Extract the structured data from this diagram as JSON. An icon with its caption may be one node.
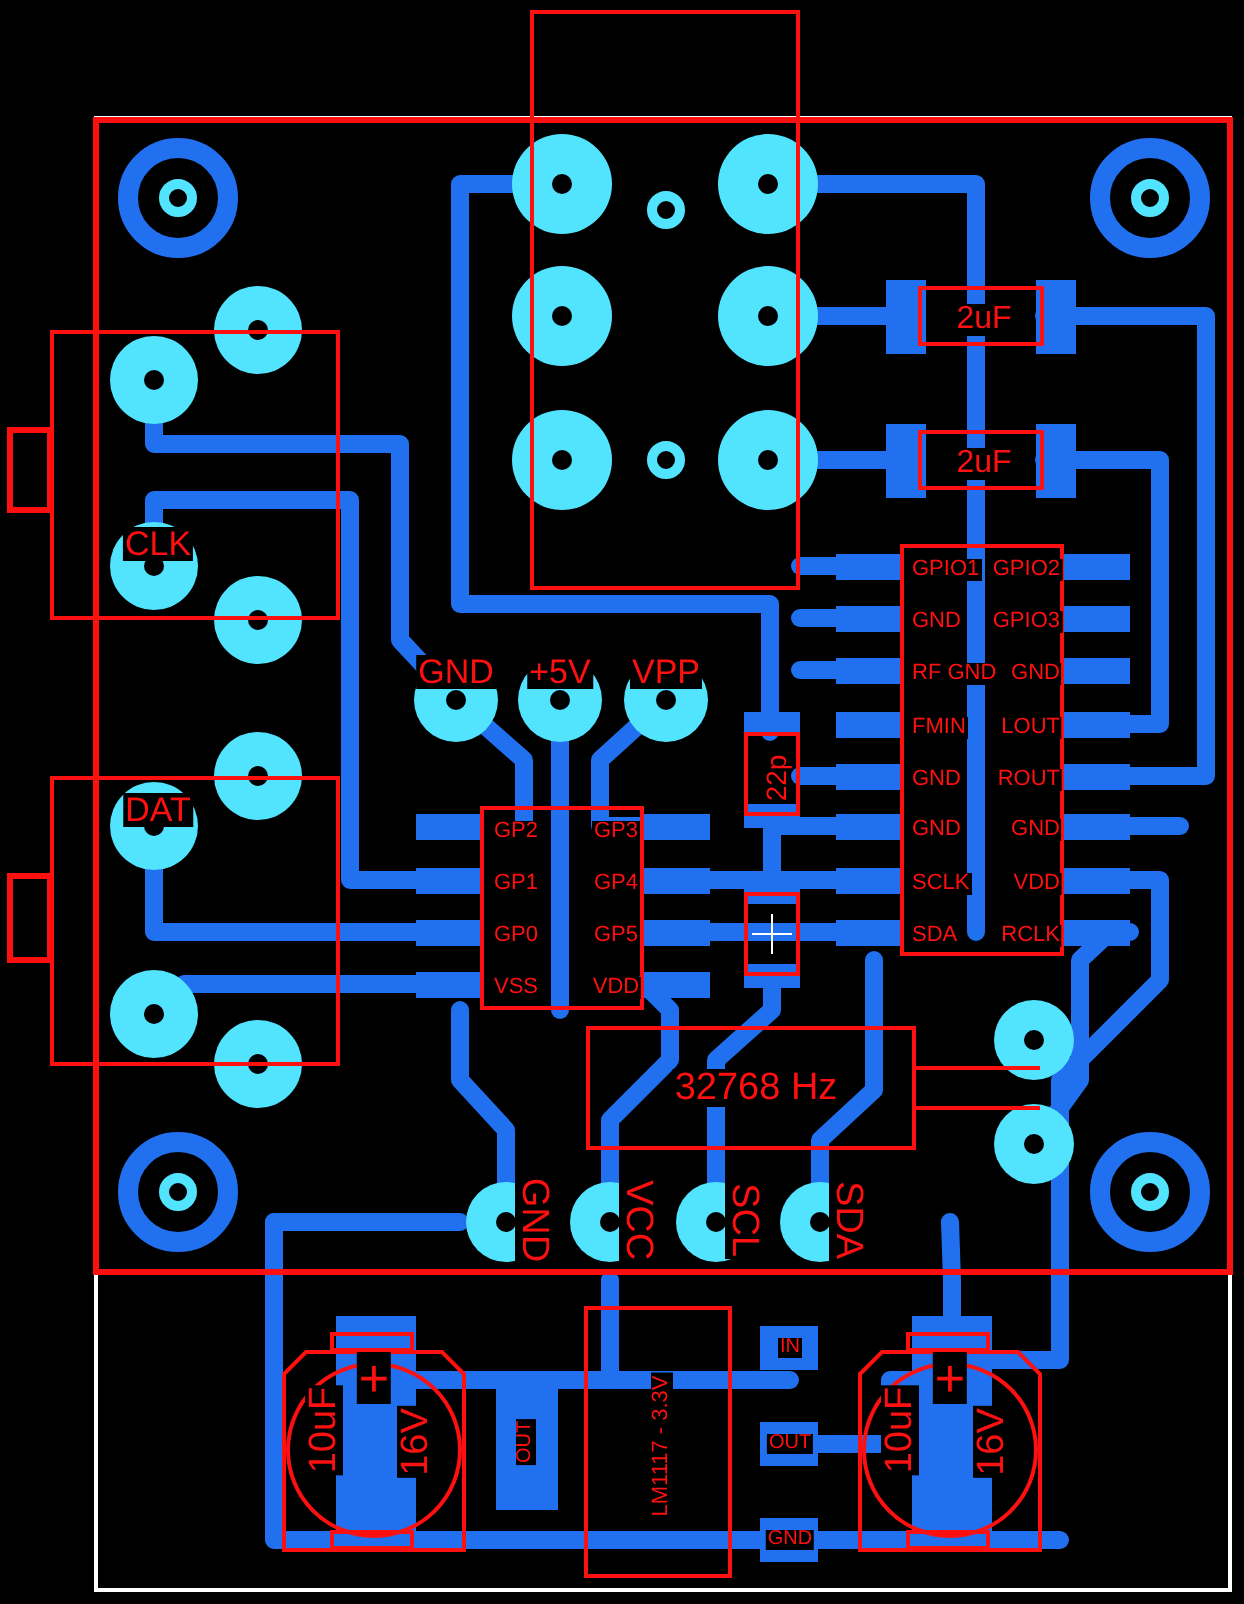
{
  "diagram": {
    "nodes": [
      {
        "text": [],
        "shape": "box"
      },
      {
        "text": [
          "2uF"
        ]
      },
      {
        "text": [
          "2uF"
        ]
      },
      {
        "text": [
          "CLK"
        ]
      },
      {
        "text": [
          "GPIO1",
          "GPIO2",
          "GND",
          "GPIO3",
          "RF GND",
          "GND",
          "FMIN",
          "LOUT",
          "GND",
          "ROUT",
          "GND",
          "GND",
          "SCLK",
          "VDD",
          "SDA",
          "RCLK"
        ]
      },
      {
        "text": [
          "22p"
        ]
      },
      {
        "text": [
          "DAT"
        ]
      },
      {
        "text": [
          "GP2",
          "GP3",
          "GP1",
          "GP4",
          "GP0",
          "GP5",
          "VSS",
          "VDD"
        ]
      },
      {
        "text": [],
        "shape": "box"
      },
      {
        "text": [
          "32768 Hz"
        ]
      },
      {
        "text": [
          "+",
          "10uF",
          "16V"
        ]
      },
      {
        "text": [
          "LM1117 - 3.3V"
        ]
      },
      {
        "text": [
          "+",
          "10uF",
          "16V"
        ]
      }
    ],
    "labels": [
      "GND",
      "+5V",
      "VPP",
      "GND",
      "VCC",
      "SCL",
      "SDA",
      "OUT",
      "IN",
      "OUT",
      "GND"
    ]
  }
}
